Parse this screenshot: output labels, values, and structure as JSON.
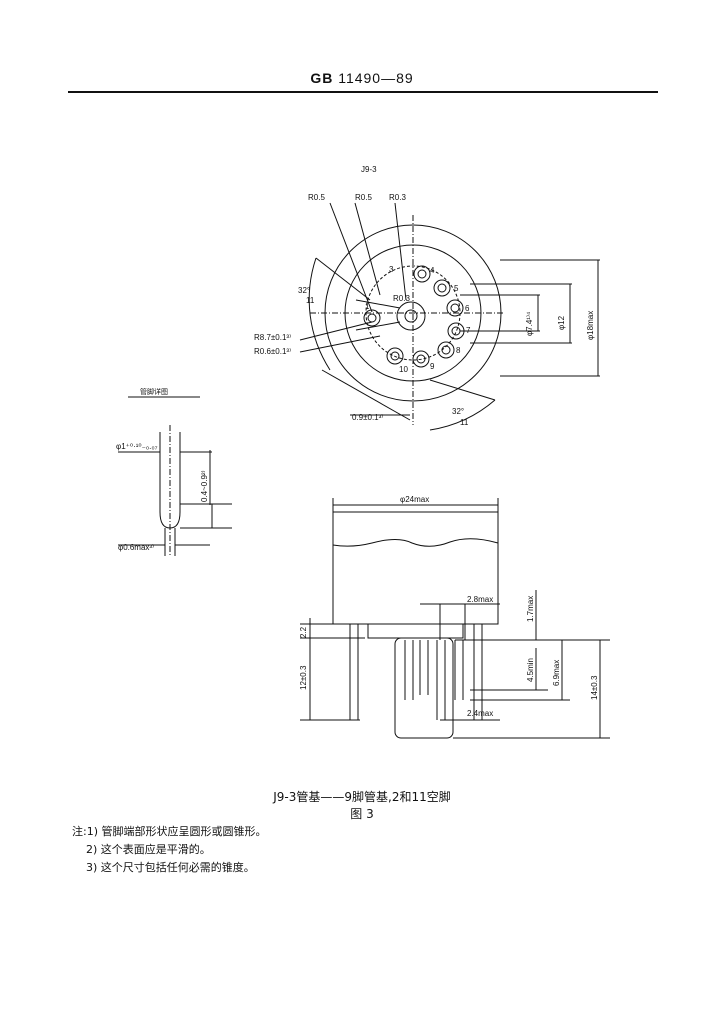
{
  "header": {
    "standard_prefix": "GB",
    "standard_number": "11490—89"
  },
  "figure": {
    "base_label": "J9-3",
    "pin_detail_title": "管脚详图",
    "pin_numbers": [
      "1",
      "3",
      "4",
      "5",
      "6",
      "7",
      "8",
      "9",
      "10"
    ],
    "dims": {
      "r05_a": "R0.5",
      "r05_b": "R0.5",
      "r03_top": "R0.3",
      "r03_center": "R0.3",
      "angle_a_num": "32°",
      "angle_a_den": "11",
      "angle_b_num": "32°",
      "angle_b_den": "11",
      "r87": "R8.7±0.1³⁾",
      "r86": "R0.6±0.1³⁾",
      "d09": "0.9±0.1³⁾",
      "d74": "φ7.4¹⁾⁴",
      "d12": "φ12",
      "d18": "φ18max",
      "pin_dia": "φ1⁺⁰·¹⁰₋₀.₀₇",
      "pin_tip": "0.4~0.9²⁾",
      "pin_min": "φ0.6max³⁾",
      "d24": "φ24max",
      "h28": "2.8max",
      "h17": "1.7max",
      "h22": "2.2",
      "h12": "12±0.3",
      "h45": "4.5min",
      "h69": "6.9max",
      "h14": "14±0.3",
      "h24": "2.4max"
    }
  },
  "caption": {
    "title": "J9-3管基——9脚管基,2和11空脚",
    "figure_no": "图 3"
  },
  "notes": [
    "注:1) 管脚端部形状应呈圆形或圆锥形。",
    "    2) 这个表面应是平滑的。",
    "    3) 这个尺寸包括任何必需的锥度。"
  ]
}
